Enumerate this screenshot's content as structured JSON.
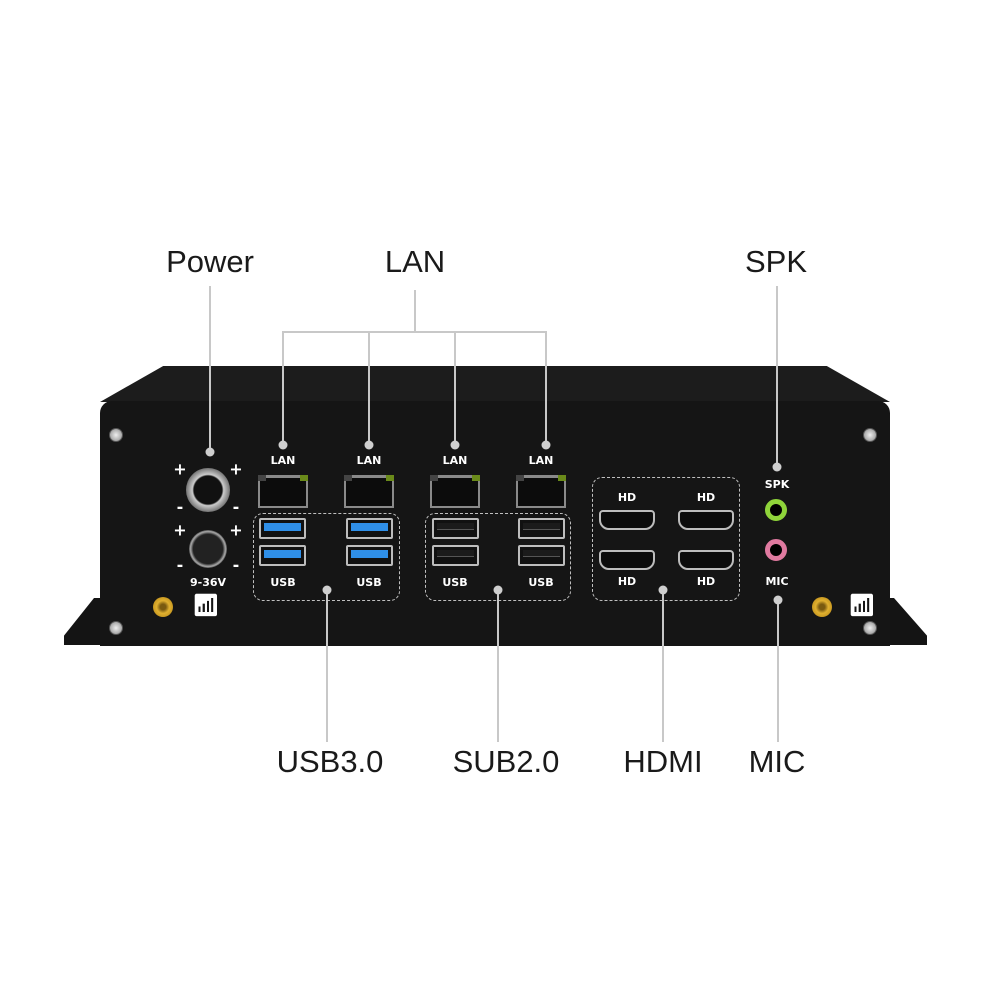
{
  "callouts": {
    "power": "Power",
    "lan": "LAN",
    "spk": "SPK",
    "usb3": "USB3.0",
    "usb2": "SUB2.0",
    "hdmi": "HDMI",
    "mic": "MIC"
  },
  "panel": {
    "lan": "LAN",
    "usb": "USB",
    "hd": "HD",
    "spk": "SPK",
    "mic": "MIC",
    "voltage": "9-36V",
    "plus": "+",
    "minus": "-"
  },
  "colors": {
    "chassis": "#151515",
    "usb3": "#2f8fe8",
    "spk_jack": "#8fd43a",
    "mic_jack": "#e07aa0"
  }
}
